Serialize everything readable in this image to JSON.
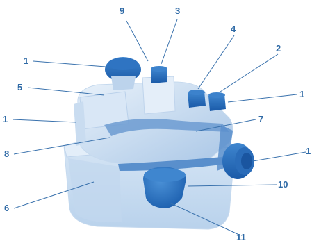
{
  "colors": {
    "label": "#2f6aa6",
    "leader": "#3a72ad",
    "body_light": "#dce9f6",
    "body_mid": "#b3cdea",
    "body_shadow": "#8fb3dc",
    "accent_dark": "#1f63b5",
    "accent_mid": "#3f86cf"
  },
  "callouts": [
    {
      "id": "c9",
      "text": "9"
    },
    {
      "id": "c3",
      "text": "3"
    },
    {
      "id": "c4",
      "text": "4"
    },
    {
      "id": "c2",
      "text": "2"
    },
    {
      "id": "c1a",
      "text": "1"
    },
    {
      "id": "c5",
      "text": "5"
    },
    {
      "id": "c1b",
      "text": "1"
    },
    {
      "id": "c1c",
      "text": "1"
    },
    {
      "id": "c7",
      "text": "7"
    },
    {
      "id": "c8",
      "text": "8"
    },
    {
      "id": "c1d",
      "text": "1"
    },
    {
      "id": "c10",
      "text": "10"
    },
    {
      "id": "c6",
      "text": "6"
    },
    {
      "id": "c11",
      "text": "11"
    }
  ]
}
